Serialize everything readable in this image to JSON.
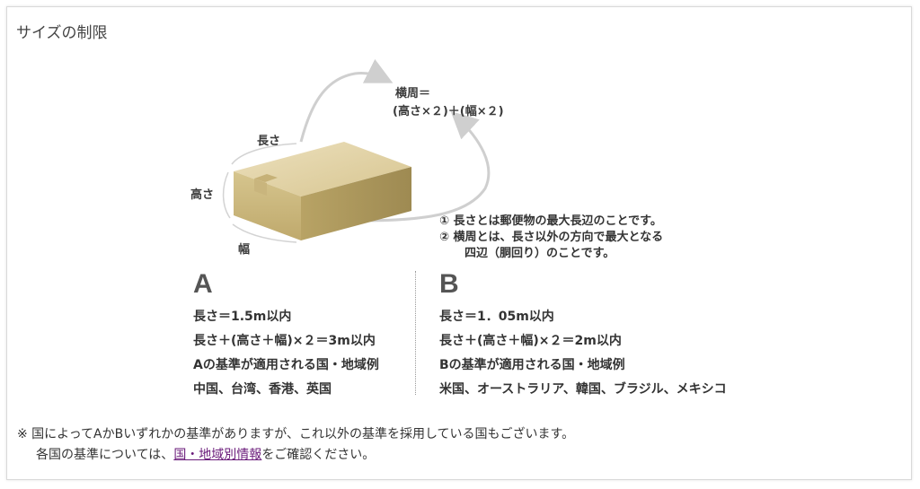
{
  "section": {
    "title": "サイズの制限"
  },
  "diagram": {
    "label_length": "長さ",
    "label_height": "高さ",
    "label_width": "幅",
    "girth_line1": "横周＝",
    "girth_line2": "(高さ×２)＋(幅×２)"
  },
  "notes": [
    "① 長さとは郵便物の最大長辺のことです。",
    "② 横周とは、長さ以外の方向で最大となる",
    "四辺（胴回り）のことです。"
  ],
  "standard_a": {
    "letter": "A",
    "lines": [
      "長さ＝1.5m以内",
      "長さ＋(高さ＋幅)×２＝3m以内",
      "Aの基準が適用される国・地域例",
      "中国、台湾、香港、英国"
    ]
  },
  "standard_b": {
    "letter": "B",
    "lines": [
      "長さ＝1．05m以内",
      "長さ＋(高さ＋幅)×２＝2m以内",
      "Bの基準が適用される国・地域例",
      "米国、オーストラリア、韓国、ブラジル、メキシコ"
    ]
  },
  "footnote": {
    "line1": "※ 国によってAかBいずれかの基準がありますが、これ以外の基準を採用している国もございます。",
    "line2_prefix": "各国の基準については、",
    "link_text": "国・地域別情報",
    "line2_suffix": "をご確認ください。"
  },
  "colors": {
    "box_top": "#e3d3a6",
    "box_front": "#cdb980",
    "box_side": "#b19c5f",
    "arrow": "#cfcfcf",
    "link": "#6a1b7a"
  }
}
